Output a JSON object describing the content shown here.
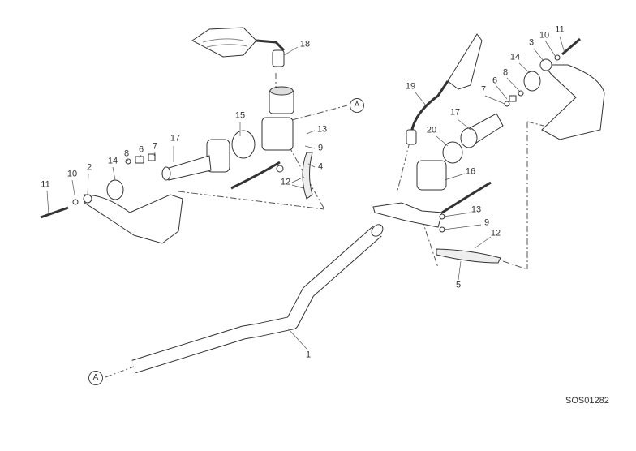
{
  "diagram": {
    "code": "SOS01282",
    "reference_marker": "A",
    "left_labels": [
      "18",
      "15",
      "13",
      "9",
      "4",
      "12",
      "17",
      "7",
      "6",
      "8",
      "14",
      "2",
      "10",
      "11"
    ],
    "right_labels": [
      "11",
      "10",
      "3",
      "14",
      "8",
      "6",
      "7",
      "17",
      "19",
      "20",
      "16",
      "13",
      "9",
      "12",
      "5"
    ],
    "handlebar_label": "1"
  }
}
